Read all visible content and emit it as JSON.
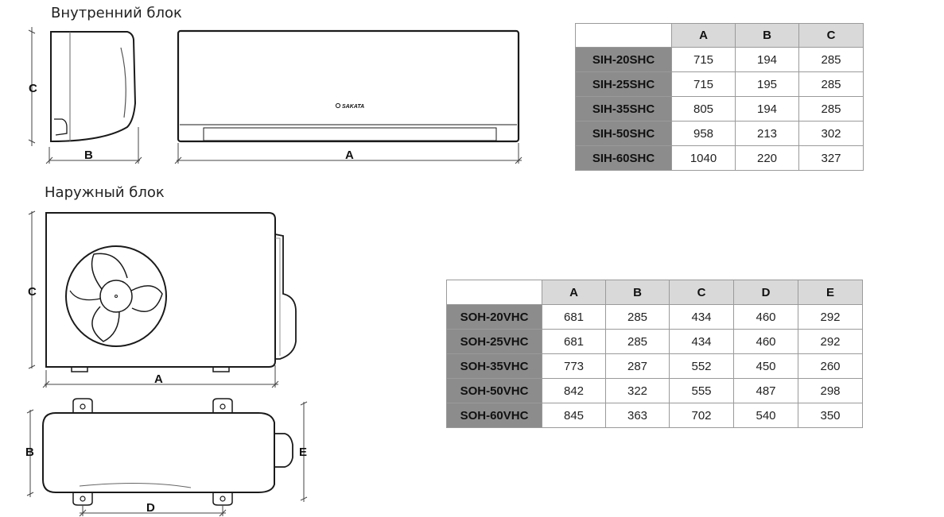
{
  "indoor": {
    "heading": "Внутренний блок",
    "brand": "SAKATA",
    "dim_labels": {
      "a": "A",
      "b": "B",
      "c": "C"
    },
    "table": {
      "columns": [
        "A",
        "B",
        "C"
      ],
      "rows": [
        {
          "model": "SIH-20SHC",
          "values": [
            "715",
            "194",
            "285"
          ]
        },
        {
          "model": "SIH-25SHC",
          "values": [
            "715",
            "195",
            "285"
          ]
        },
        {
          "model": "SIH-35SHC",
          "values": [
            "805",
            "194",
            "285"
          ]
        },
        {
          "model": "SIH-50SHC",
          "values": [
            "958",
            "213",
            "302"
          ]
        },
        {
          "model": "SIH-60SHC",
          "values": [
            "1040",
            "220",
            "327"
          ]
        }
      ]
    }
  },
  "outdoor": {
    "heading": "Наружный блок",
    "dim_labels": {
      "a": "A",
      "b": "B",
      "c": "C",
      "d": "D",
      "e": "E"
    },
    "table": {
      "columns": [
        "A",
        "B",
        "C",
        "D",
        "E"
      ],
      "rows": [
        {
          "model": "SOH-20VHC",
          "values": [
            "681",
            "285",
            "434",
            "460",
            "292"
          ]
        },
        {
          "model": "SOH-25VHC",
          "values": [
            "681",
            "285",
            "434",
            "460",
            "292"
          ]
        },
        {
          "model": "SOH-35VHC",
          "values": [
            "773",
            "287",
            "552",
            "450",
            "260"
          ]
        },
        {
          "model": "SOH-50VHC",
          "values": [
            "842",
            "322",
            "555",
            "487",
            "298"
          ]
        },
        {
          "model": "SOH-60VHC",
          "values": [
            "845",
            "363",
            "702",
            "540",
            "350"
          ]
        }
      ]
    }
  }
}
